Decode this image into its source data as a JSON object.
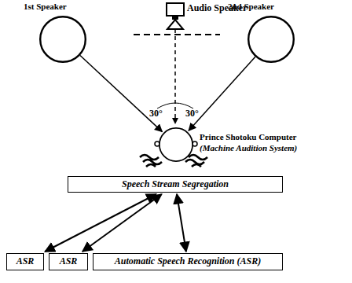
{
  "diagram": {
    "nodes": [
      {
        "text": [
          "1st Speaker"
        ]
      },
      {
        "text": [
          "2nd Speaker"
        ]
      },
      {
        "text": [
          "Prince Shotoku Computer",
          "(Machine Audition System)"
        ]
      },
      {
        "text": [
          "Speech Stream Segregation"
        ]
      },
      {
        "text": [
          "ASR"
        ]
      },
      {
        "text": [
          "ASR"
        ]
      },
      {
        "text": [
          "Automatic Speech Recognition (ASR)"
        ]
      }
    ],
    "edges": [
      {
        "from": 0,
        "to": 2,
        "arrow": "to"
      },
      {
        "from": 1,
        "to": 2,
        "arrow": "to"
      },
      {
        "from": 3,
        "to": 4,
        "arrow": "both"
      },
      {
        "from": 3,
        "to": 5,
        "arrow": "both"
      },
      {
        "from": 3,
        "to": 6,
        "arrow": "both"
      }
    ],
    "labels": [
      "Audio Speaker",
      "30°",
      "30°"
    ]
  }
}
